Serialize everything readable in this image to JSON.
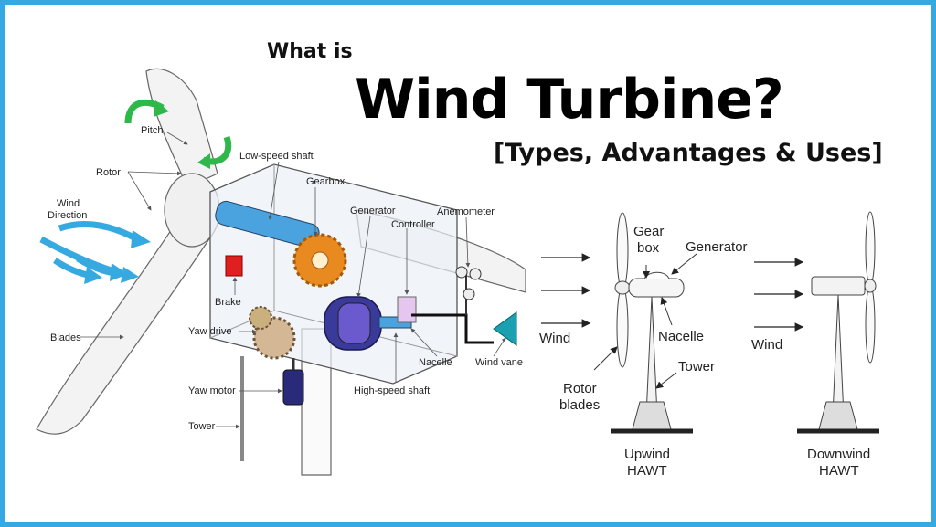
{
  "title": {
    "pre": "What is",
    "main": "Wind Turbine?",
    "sub": "[Types, Advantages & Uses]"
  },
  "left_diagram": {
    "labels": {
      "pitch": "Pitch",
      "rotor": "Rotor",
      "wind_direction_1": "Wind",
      "wind_direction_2": "Direction",
      "blades": "Blades",
      "low_speed_shaft": "Low-speed shaft",
      "gearbox": "Gearbox",
      "generator": "Generator",
      "controller": "Controller",
      "anemometer": "Anemometer",
      "brake": "Brake",
      "yaw_drive": "Yaw drive",
      "yaw_motor": "Yaw motor",
      "tower": "Tower",
      "nacelle": "Nacelle",
      "wind_vane": "Wind vane",
      "high_speed_shaft": "High-speed shaft"
    }
  },
  "right_diagram": {
    "upwind": {
      "gear_1": "Gear",
      "gear_2": "box",
      "generator": "Generator",
      "wind": "Wind",
      "nacelle": "Nacelle",
      "tower": "Tower",
      "rotor_1": "Rotor",
      "rotor_2": "blades",
      "type_1": "Upwind",
      "type_2": "HAWT"
    },
    "downwind": {
      "wind": "Wind",
      "type_1": "Downwind",
      "type_2": "HAWT"
    }
  },
  "colors": {
    "border": "#36a9e1",
    "wind_arrow": "#36a9e1",
    "gear": "#e88a1f",
    "generator": "#3a3a9a",
    "shaft": "#4aa3df",
    "brake": "#e02020"
  }
}
